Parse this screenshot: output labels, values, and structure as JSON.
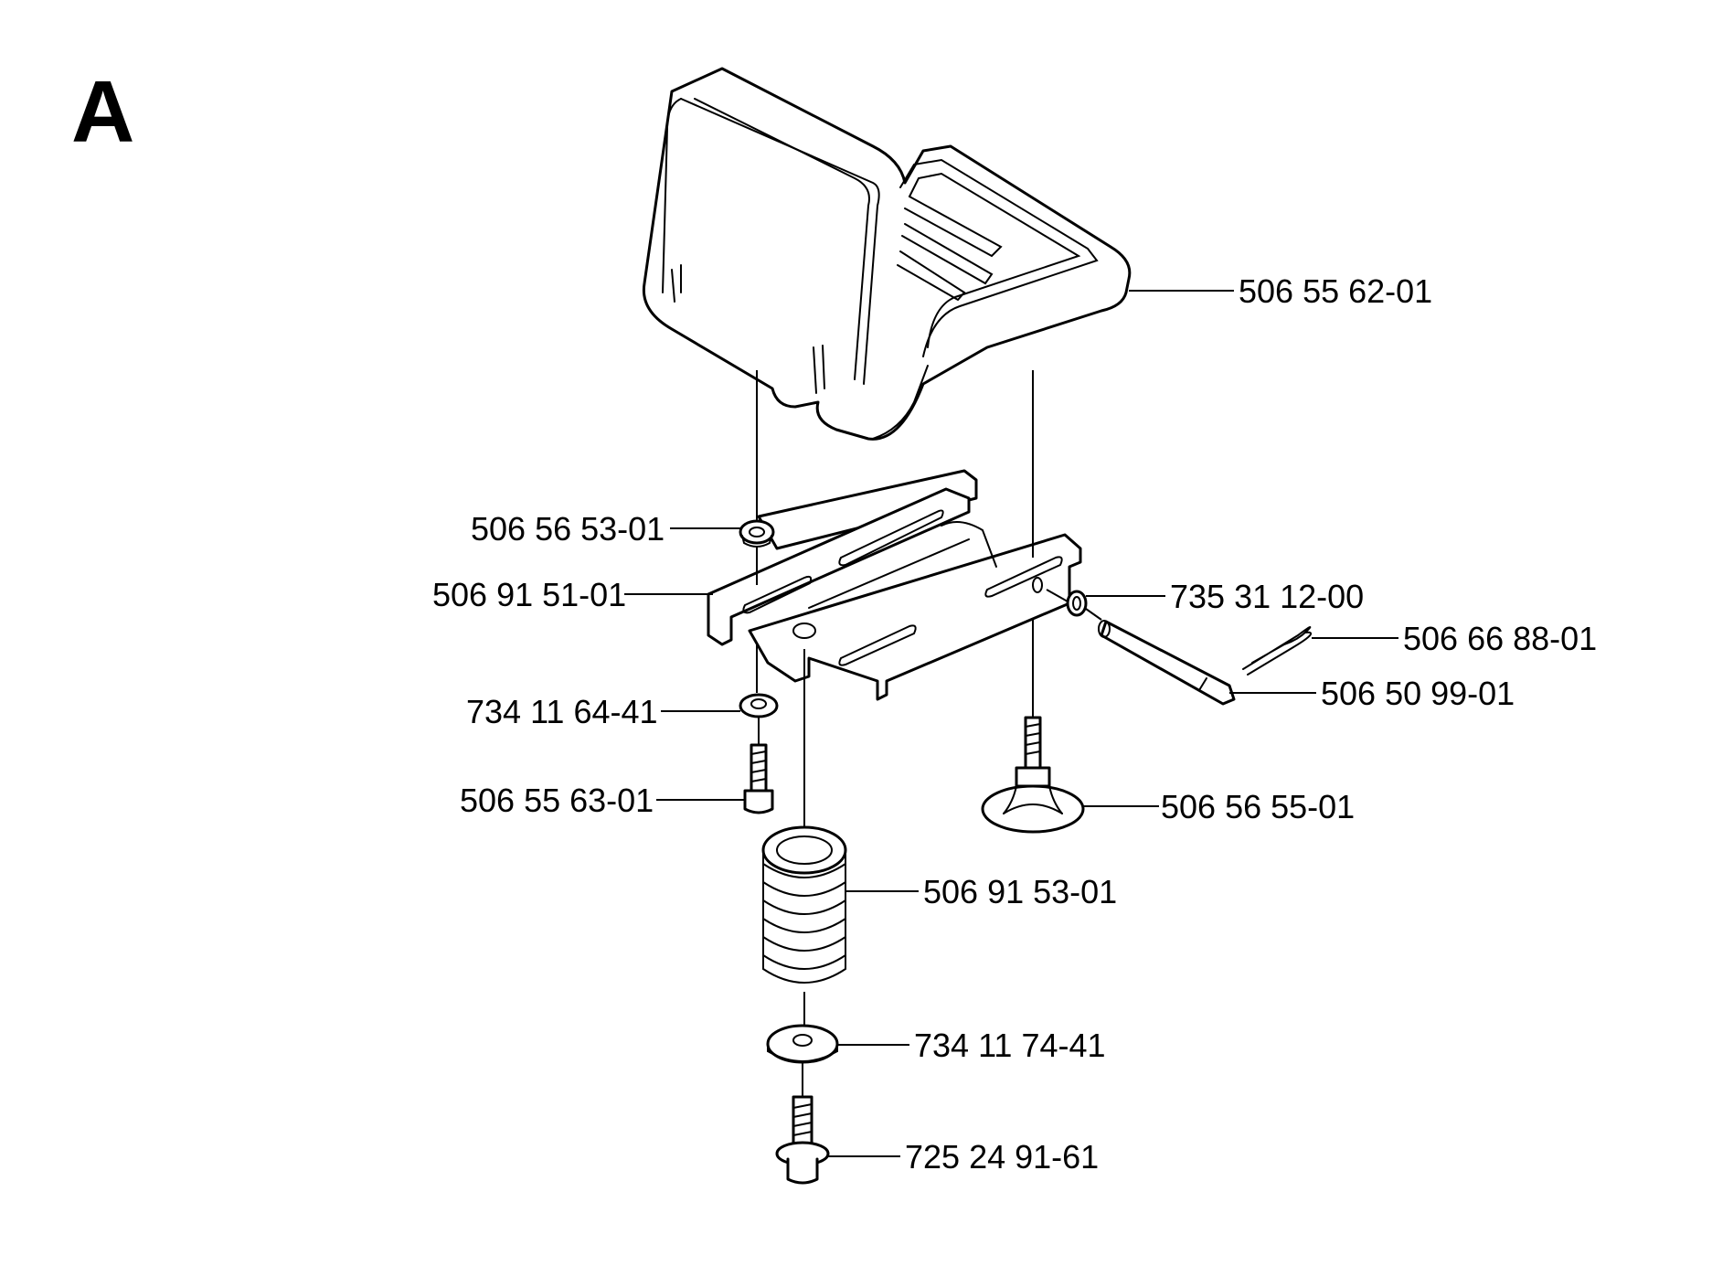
{
  "section_letter": "A",
  "parts": [
    {
      "id": "seat",
      "number": "506 55 62-01"
    },
    {
      "id": "bushing",
      "number": "506 56 53-01"
    },
    {
      "id": "bracket",
      "number": "506 91 51-01"
    },
    {
      "id": "washer-small",
      "number": "734 11 64-41"
    },
    {
      "id": "screw",
      "number": "506 55 63-01"
    },
    {
      "id": "spring",
      "number": "506 91 53-01"
    },
    {
      "id": "washer-large",
      "number": "734 11 74-41"
    },
    {
      "id": "bolt",
      "number": "725 24 91-61"
    },
    {
      "id": "ring",
      "number": "735 31 12-00"
    },
    {
      "id": "hair-pin",
      "number": "506 66 88-01"
    },
    {
      "id": "pin",
      "number": "506 50 99-01"
    },
    {
      "id": "knob",
      "number": "506 56 55-01"
    }
  ]
}
